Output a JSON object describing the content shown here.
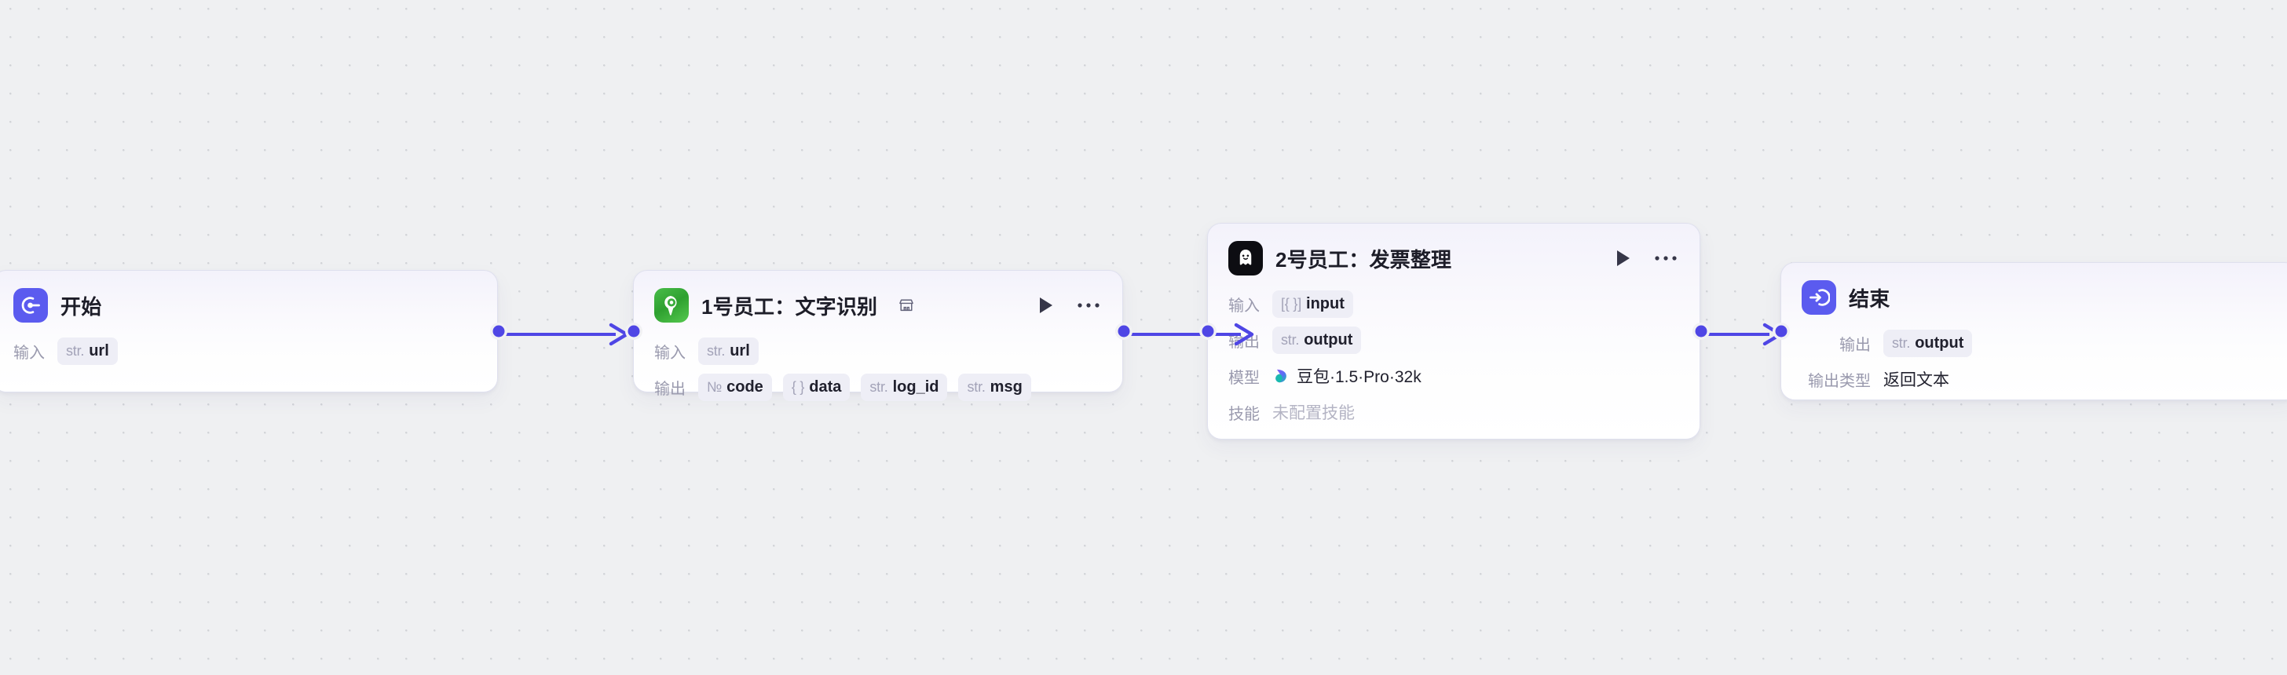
{
  "canvas": {
    "background_color": "#eff0f2",
    "dot_color": "#d2d4d8",
    "accent_color": "#4f46e5"
  },
  "nodes": [
    {
      "id": "start",
      "title": "开始",
      "icon_name": "start-logout-icon",
      "icon_style": "indigo",
      "rows": [
        {
          "label": "输入",
          "pills": [
            {
              "type": "str.",
              "name": "url"
            }
          ]
        }
      ]
    },
    {
      "id": "ocr",
      "title": "1号员工：文字识别",
      "title_badge": "plugin-store-icon",
      "icon_name": "location-pin-icon",
      "icon_style": "green",
      "actions": {
        "run": "run-button",
        "more": "more-options-button"
      },
      "rows": [
        {
          "label": "输入",
          "pills": [
            {
              "type": "str.",
              "name": "url"
            }
          ]
        },
        {
          "label": "输出",
          "pills": [
            {
              "type": "№",
              "name": "code"
            },
            {
              "type": "{ }",
              "name": "data"
            },
            {
              "type": "str.",
              "name": "log_id"
            },
            {
              "type": "str.",
              "name": "msg"
            }
          ]
        }
      ]
    },
    {
      "id": "invoice",
      "title": "2号员工：发票整理",
      "icon_name": "ghost-bot-icon",
      "icon_style": "black",
      "actions": {
        "run": "run-button",
        "more": "more-options-button"
      },
      "rows": [
        {
          "label": "输入",
          "pills": [
            {
              "type": "[{ }]",
              "name": "input"
            }
          ]
        },
        {
          "label": "输出",
          "pills": [
            {
              "type": "str.",
              "name": "output"
            }
          ]
        },
        {
          "label": "模型",
          "value": "豆包·1.5·Pro·32k",
          "value_icon": "doubao-model-icon"
        },
        {
          "label": "技能",
          "value": "未配置技能",
          "muted": true
        }
      ]
    },
    {
      "id": "end",
      "title": "结束",
      "icon_name": "end-login-icon",
      "icon_style": "indigo",
      "rows": [
        {
          "label": "输出",
          "pills": [
            {
              "type": "str.",
              "name": "output"
            }
          ]
        },
        {
          "label": "输出类型",
          "value": "返回文本"
        }
      ]
    }
  ],
  "edges": [
    {
      "from": "start",
      "to": "ocr"
    },
    {
      "from": "ocr",
      "to": "invoice"
    },
    {
      "from": "invoice",
      "to": "end"
    }
  ]
}
